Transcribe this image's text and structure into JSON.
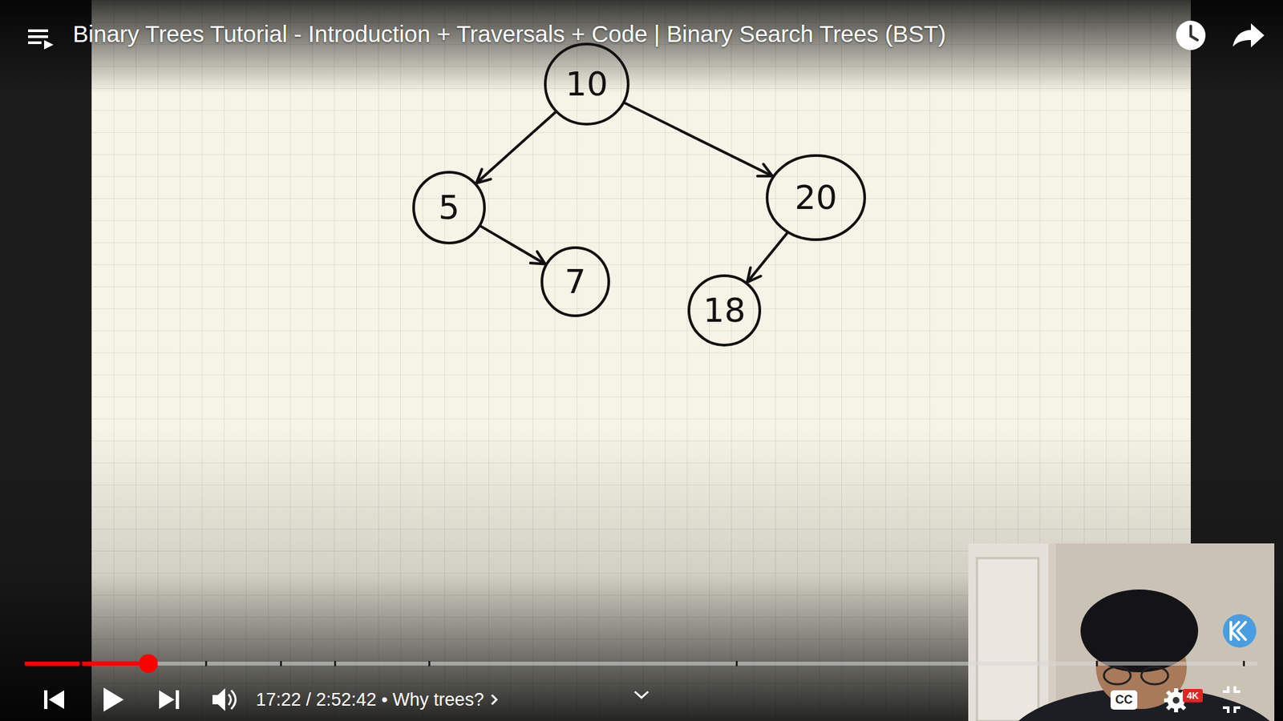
{
  "diagram": {
    "title": "Binary Trees Tutorial - Introduction + Traversals + Code | Binary Search Trees (BST)",
    "nodes": [
      {
        "text": [
          "10"
        ]
      },
      {
        "text": [
          "5"
        ]
      },
      {
        "text": [
          "20"
        ]
      },
      {
        "text": [
          "7"
        ]
      },
      {
        "text": [
          "18"
        ]
      }
    ],
    "edges": [
      {
        "from": 0,
        "to": 1,
        "arrow": "to"
      },
      {
        "from": 0,
        "to": 2,
        "arrow": "to"
      },
      {
        "from": 1,
        "to": 3,
        "arrow": "to"
      },
      {
        "from": 2,
        "to": 4,
        "arrow": "to"
      }
    ],
    "labels": [
      "17:22 / 2:52:42 • Why trees?",
      "CC",
      "4K"
    ]
  }
}
